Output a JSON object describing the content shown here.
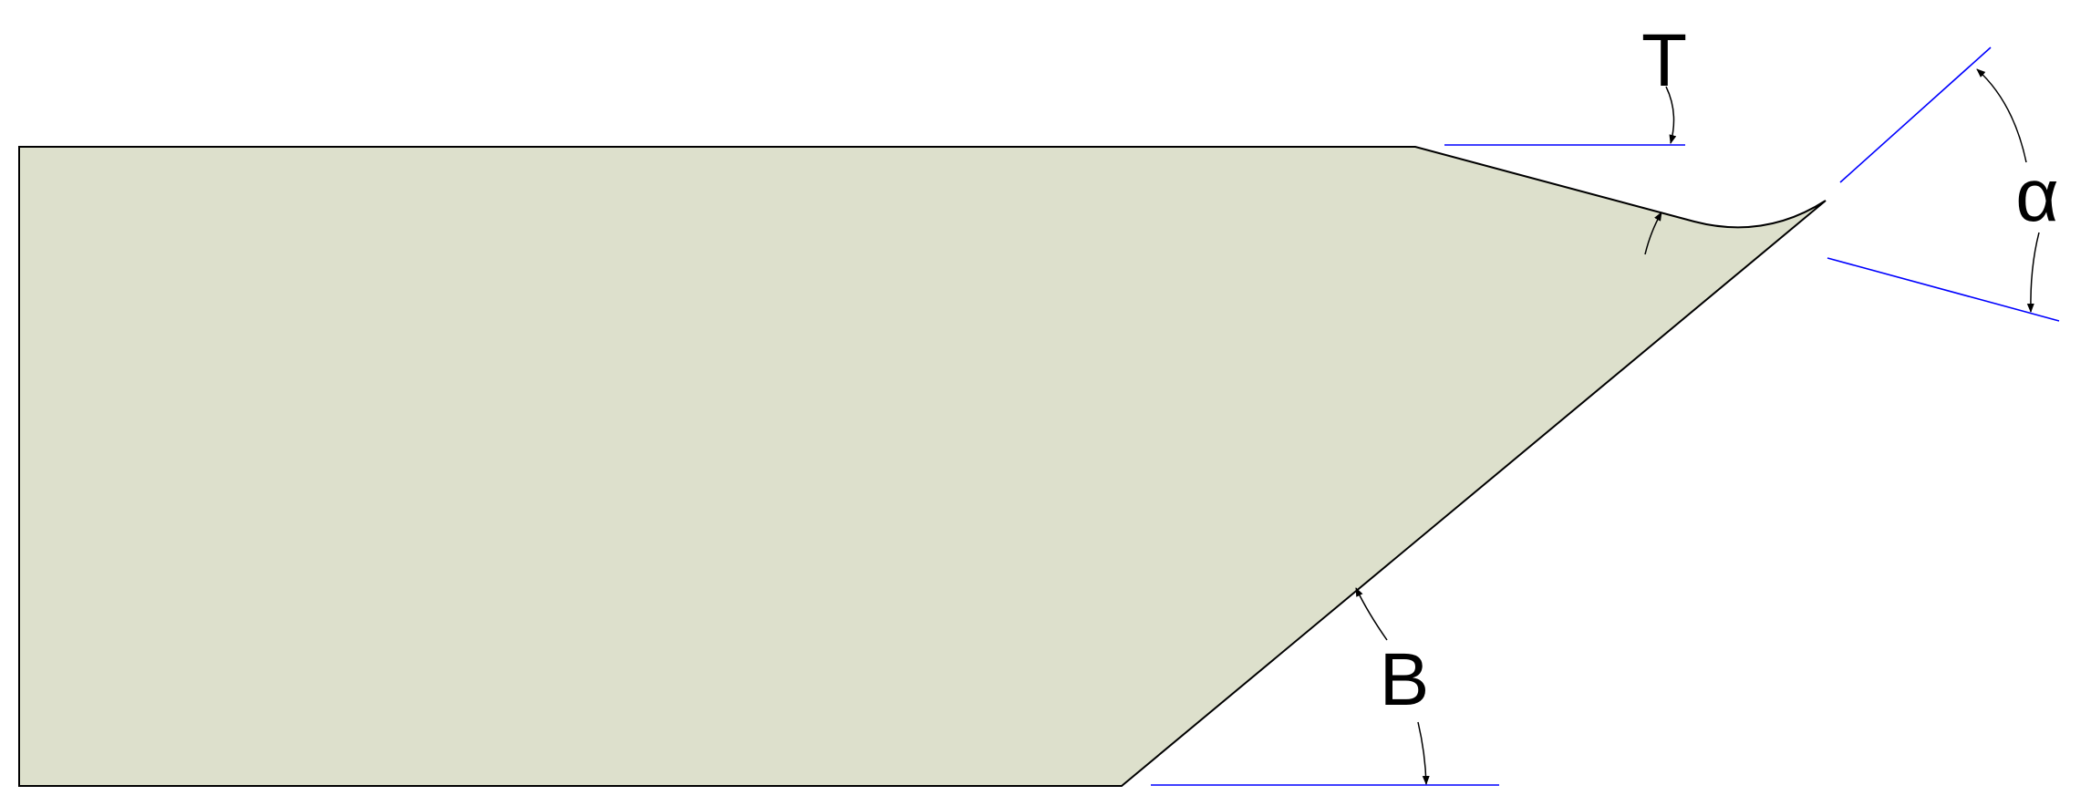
{
  "labels": {
    "top_angle": "T",
    "bottom_angle": "B",
    "included_angle": "α"
  },
  "colors": {
    "blade_fill": "#dde0cc",
    "outline": "#000000",
    "reference_line": "#0000ff",
    "background": "#ffffff"
  }
}
